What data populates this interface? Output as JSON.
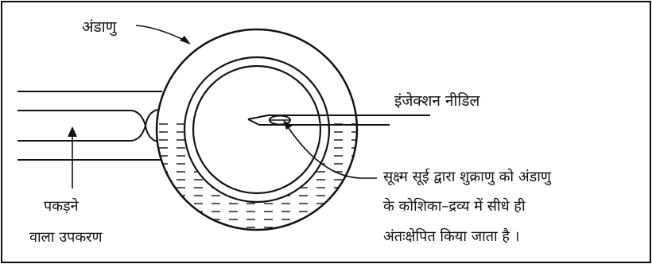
{
  "labels": {
    "egg": "अंडाणु",
    "needle": "इंजेक्शन नीडिल",
    "holder_line1": "पकड़ने",
    "holder_line2": "वाला उपकरण",
    "caption_line1": "सूक्ष्म सूई द्वारा शुक्राणु को अंडाणु",
    "caption_line2": "के कोशिका–द्रव्य में सीधे ही",
    "caption_line3": "अंतःक्षेपित किया जाता है ।"
  },
  "colors": {
    "stroke": "#111111",
    "background": "#ffffff"
  }
}
